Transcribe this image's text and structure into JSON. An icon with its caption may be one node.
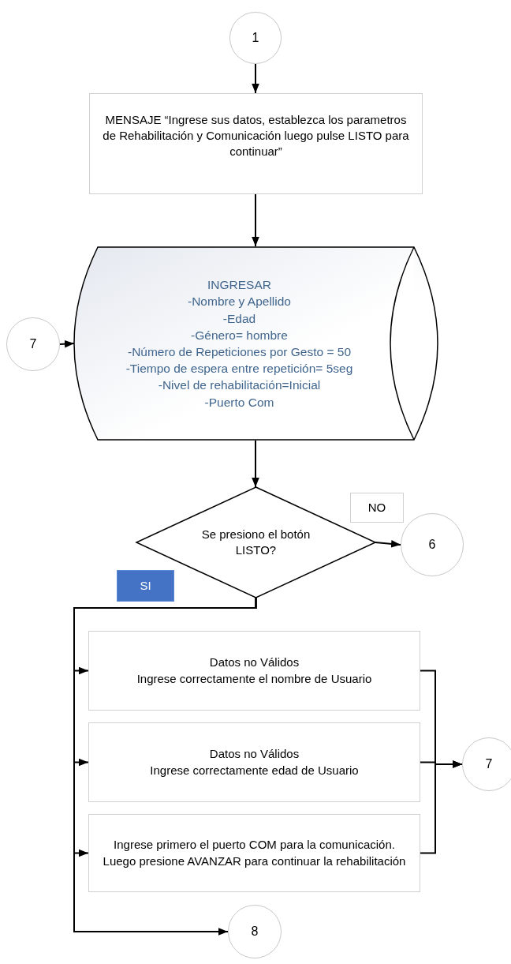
{
  "diagram": {
    "nodes": [
      {
        "text": [
          "1"
        ]
      },
      {
        "text": [
          "MENSAJE “Ingrese sus datos, establezca los parametros de Rehabilitación y Comunicación luego pulse LISTO para continuar”"
        ]
      },
      {
        "text": [
          "INGRESAR",
          "-Nombre y Apellido",
          "-Edad",
          "-Género= hombre",
          "-Número de Repeticiones por Gesto = 50",
          "-Tiempo de espera entre repetición= 5seg",
          "-Nivel de rehabilitación=Inicial",
          "-Puerto Com"
        ]
      },
      {
        "text": [
          "7"
        ]
      },
      {
        "text": [
          "Se presiono el botón LISTO?"
        ]
      },
      {
        "text": [
          "NO"
        ]
      },
      {
        "text": [
          "6"
        ]
      },
      {
        "text": [
          "SI"
        ]
      },
      {
        "text": [
          "Datos no Válidos",
          "Ingrese correctamente el nombre de Usuario"
        ]
      },
      {
        "text": [
          "Datos no Válidos",
          "Ingrese correctamente edad de Usuario"
        ]
      },
      {
        "text": [
          "Ingrese primero el puerto COM para la comunicación. Luego presione AVANZAR para continuar la rehabilitación"
        ]
      },
      {
        "text": [
          "7"
        ]
      },
      {
        "text": [
          "8"
        ]
      }
    ],
    "edges": [
      {
        "from": 0,
        "to": 1,
        "arrow": "to"
      },
      {
        "from": 1,
        "to": 2,
        "arrow": "to"
      },
      {
        "from": 3,
        "to": 2,
        "arrow": "to"
      },
      {
        "from": 2,
        "to": 4,
        "arrow": "to"
      },
      {
        "from": 4,
        "to": 6,
        "arrow": "to"
      },
      {
        "from": 4,
        "to": 8,
        "arrow": "to"
      },
      {
        "from": 4,
        "to": 9,
        "arrow": "to"
      },
      {
        "from": 4,
        "to": 10,
        "arrow": "to"
      },
      {
        "from": 4,
        "to": 12,
        "arrow": "to"
      },
      {
        "from": 8,
        "to": 11,
        "arrow": "to"
      },
      {
        "from": 9,
        "to": 11,
        "arrow": "to"
      },
      {
        "from": 10,
        "to": 11,
        "arrow": "to"
      }
    ]
  }
}
